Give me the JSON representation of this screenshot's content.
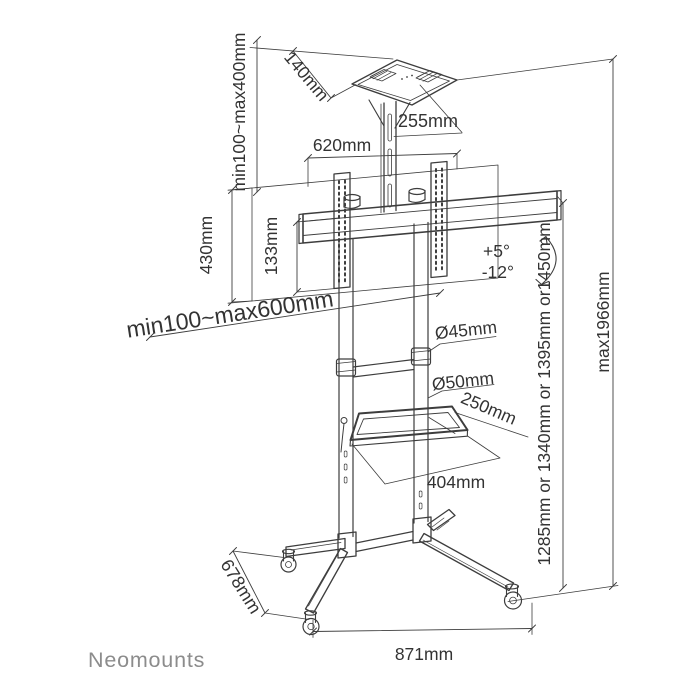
{
  "page": {
    "background": "#ffffff"
  },
  "brand": {
    "logo_text": "Neomounts",
    "logo_color": "#8c8c8c"
  },
  "drawing": {
    "line_color": "#3d3d3d",
    "label_color": "#333333",
    "labels": {
      "top_shelf_width": "140mm",
      "top_shelf_height_range": "min100~max400mm",
      "top_shelf_depth": "255mm",
      "crossbar_width": "620mm",
      "vesa_height": "430mm",
      "bracket_height": "133mm",
      "tilt_up": "+5°",
      "tilt_down": "-12°",
      "vesa_width_range": "min100~max600mm",
      "upper_pole_diameter": "Ø45mm",
      "lower_pole_diameter": "Ø50mm",
      "shelf_depth": "250mm",
      "shelf_width": "404mm",
      "total_height": "max1966mm",
      "screen_heights": "1285mm or 1340mm or 1395mm or1450mm",
      "base_depth": "678mm",
      "base_width": "871mm"
    }
  }
}
